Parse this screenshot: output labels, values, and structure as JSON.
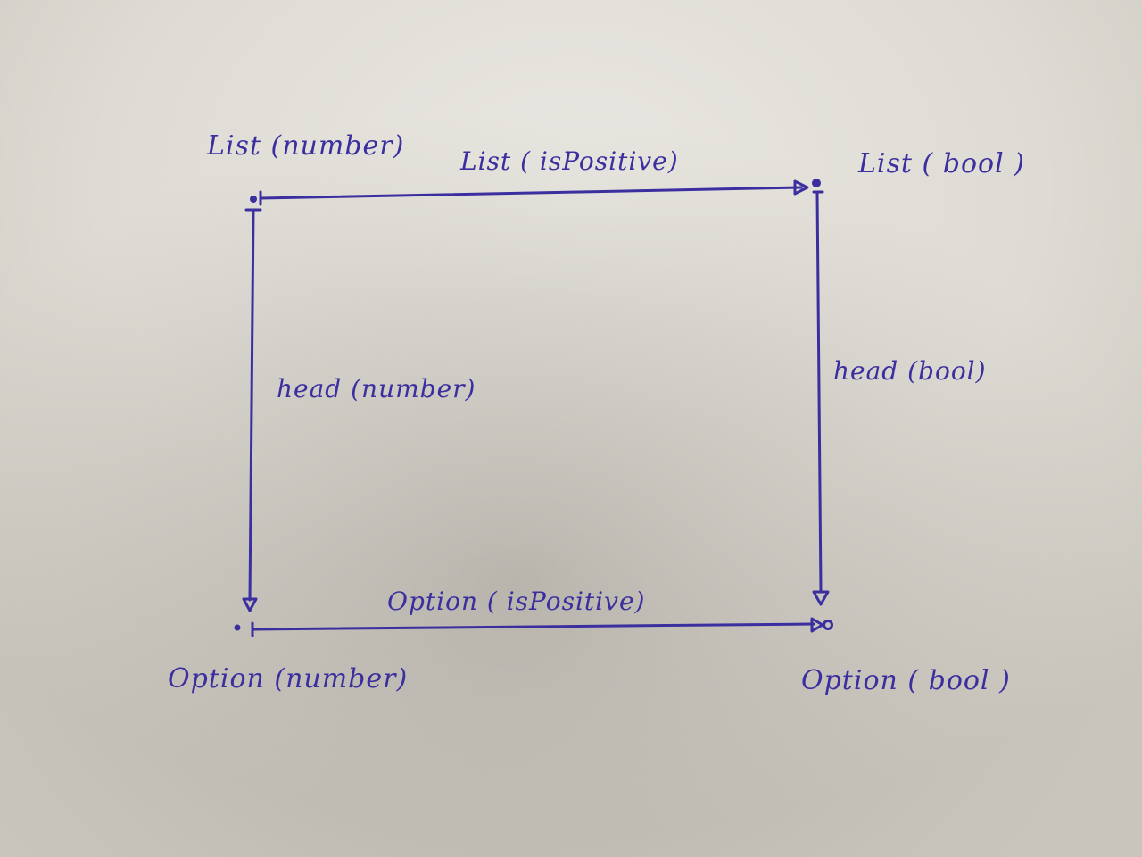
{
  "nodes": {
    "top_left": "List (number)",
    "top_right": "List ( bool )",
    "bottom_left": "Option (number)",
    "bottom_right": "Option ( bool )"
  },
  "edges": {
    "top": "List ( isPositive)",
    "left": "head (number)",
    "right": "head (bool)",
    "bottom": "Option ( isPositive)"
  },
  "colors": {
    "ink": "#3b2fa0"
  }
}
